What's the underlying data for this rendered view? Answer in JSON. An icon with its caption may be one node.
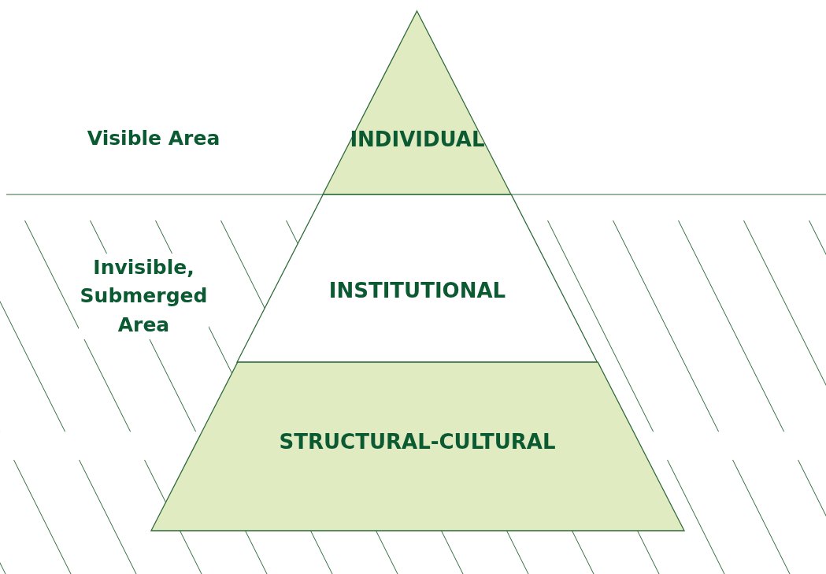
{
  "diagram": {
    "nodes": [
      {
        "text": [
          "INDIVIDUAL"
        ]
      },
      {
        "text": [
          "INSTITUTIONAL"
        ]
      },
      {
        "text": [
          "STRUCTURAL-CULTURAL"
        ]
      }
    ],
    "labels": [
      "Visible Area",
      "Invisible, Submerged Area"
    ]
  }
}
